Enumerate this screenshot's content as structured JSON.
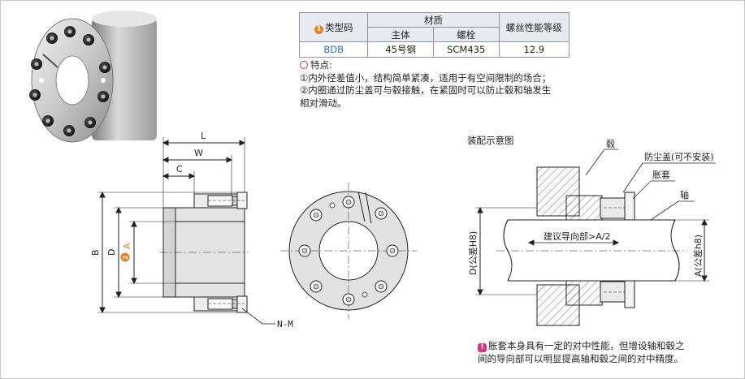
{
  "spec_table": {
    "type_code_badge": "1",
    "type_code_header": "类型码",
    "material_header": "材质",
    "body_header": "主体",
    "bolt_header": "螺栓",
    "grade_header": "螺丝性能等级",
    "row": {
      "code": "BDB",
      "body": "45号钢",
      "bolt": "SCM435",
      "grade": "12.9"
    }
  },
  "features": {
    "title": "特点:",
    "line1": "①内外径差值小，结构简单紧凑，适用于有空间限制的场合；",
    "line2": "②内圈通过防尘盖可与毂接触，在紧固时可以防止毂和轴发生",
    "line3": "相对滑动。"
  },
  "drawing_left": {
    "dim_L": "L",
    "dim_W": "W",
    "dim_C": "C",
    "dim_B": "B",
    "dim_D": "D",
    "dim_A": "A",
    "badge_A": "2",
    "label_NM": "N-M"
  },
  "assembly": {
    "title": "装配示意图",
    "hub": "毂",
    "dust_cover": "防尘盖(可不安装)",
    "sleeve": "胀套",
    "shaft": "轴",
    "guide": "建议导向部>A/2",
    "dim_D": "D(公差H8)",
    "dim_A": "A(公差h8)"
  },
  "note": {
    "icon": "!",
    "line1": "胀套本身具有一定的对中性能，但增设轴和毂之",
    "line2": "间的导向部可以明显提高轴和毂之间的对中精度。"
  },
  "colors": {
    "accent_orange": "#f07c1f",
    "accent_pink": "#d8327a",
    "header_bg": "#e6ebf2",
    "code_blue": "#2a6fc9"
  }
}
